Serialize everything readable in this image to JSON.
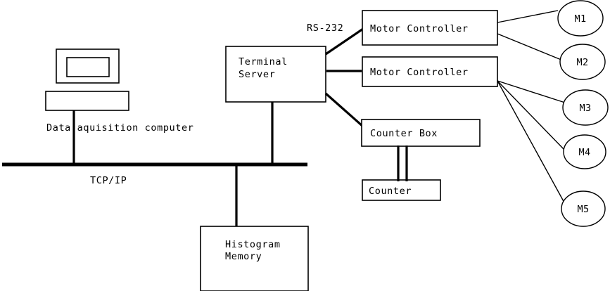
{
  "diagram": {
    "title": "Data acquisition system block diagram",
    "background_color": "#ffffff",
    "line_color": "#000000",
    "nodes": {
      "monitor_screen": {
        "name": "monitor-screen",
        "label": ""
      },
      "monitor_bezel": {
        "name": "monitor-bezel",
        "label": ""
      },
      "computer_base": {
        "name": "computer-base",
        "label": ""
      },
      "computer_caption": {
        "label": "Data aquisition computer"
      },
      "terminal_server": {
        "label_line1": "Terminal",
        "label_line2": "Server"
      },
      "motor_controller_1": {
        "label": "Motor Controller"
      },
      "motor_controller_2": {
        "label": "Motor Controller"
      },
      "counter_box": {
        "label": "Counter Box"
      },
      "counter": {
        "label": "Counter"
      },
      "histogram_memory": {
        "label_line1": "Histogram",
        "label_line2": "Memory"
      }
    },
    "motors": [
      {
        "label": "M1"
      },
      {
        "label": "M2"
      },
      {
        "label": "M3"
      },
      {
        "label": "M4"
      },
      {
        "label": "M5"
      }
    ],
    "edge_labels": {
      "serial": "RS-232",
      "network": "TCP/IP"
    }
  }
}
